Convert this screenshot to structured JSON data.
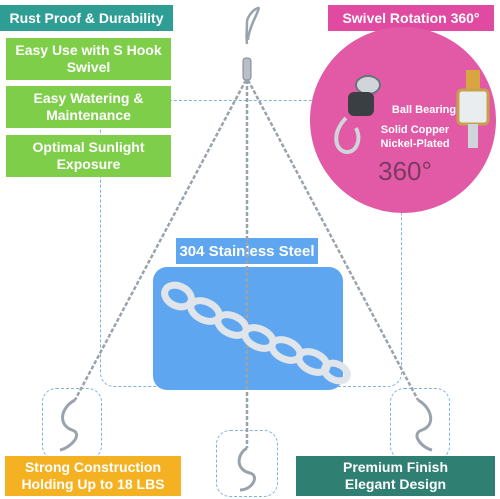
{
  "left_labels": [
    {
      "text": "Rust Proof & Durability"
    },
    {
      "text": "Easy Use with S Hook Swivel"
    },
    {
      "text": "Easy Watering & Maintenance"
    },
    {
      "text": "Optimal Sunlight Exposure"
    }
  ],
  "swivel": {
    "title": "Swivel Rotation 360°",
    "ball_bearing": "Ball Bearing",
    "solid_copper": "Solid Copper",
    "nickel_plated": "Nickel-Plated",
    "rotation": "360°"
  },
  "steel_label": "304 Stainless Steel",
  "bottom_left": "Strong Construction Holding Up to 18 LBS",
  "bottom_right": "Premium Finish Elegant Design",
  "colors": {
    "teal": "#2e9e95",
    "green": "#7fce4a",
    "pink": "#e04aa0",
    "blue": "#5ea6ef",
    "orange": "#f4b223",
    "dark_teal": "#2f7f73"
  }
}
